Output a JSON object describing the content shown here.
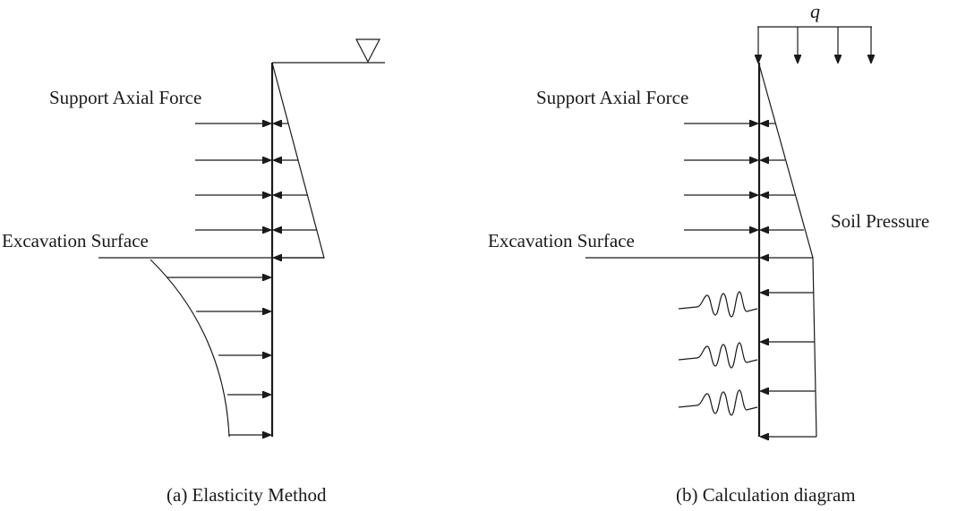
{
  "panel_a": {
    "support_label": "Support Axial Force",
    "excavation_label": "Excavation Surface",
    "caption": "(a) Elasticity Method"
  },
  "panel_b": {
    "load_label": "q",
    "support_label": "Support Axial Force",
    "excavation_label": "Excavation Surface",
    "soil_label": "Soil Pressure",
    "caption": "(b) Calculation diagram"
  },
  "colors": {
    "ink": "#1a1a1a",
    "background": "#ffffff"
  }
}
